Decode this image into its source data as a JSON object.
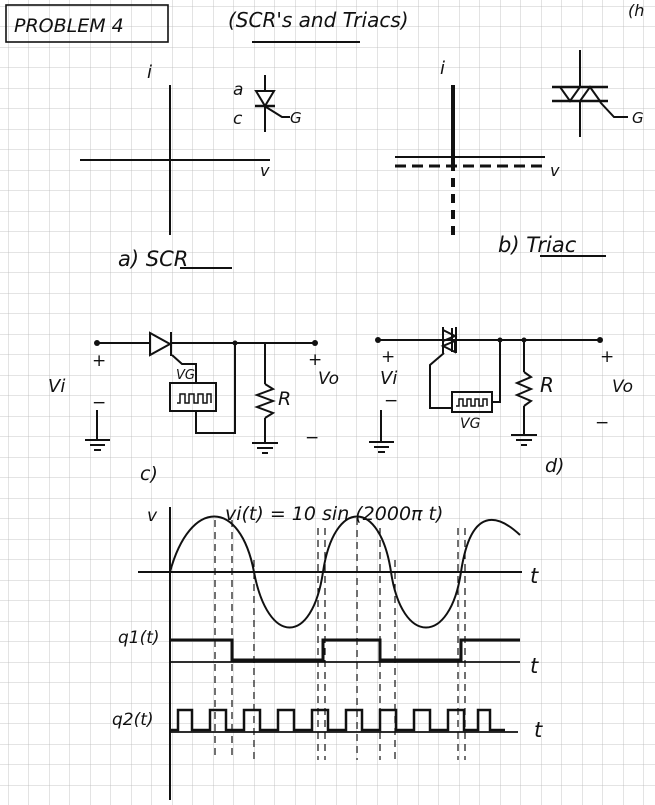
{
  "header": {
    "problem_label": "PROBLEM 4",
    "subtitle": "(SCR's and Triacs)",
    "corner_mark": "(h"
  },
  "colors": {
    "paper": "#ffffff",
    "grid": "#b9b9b9",
    "ink": "#111111"
  },
  "part_a": {
    "caption": "a) SCR",
    "current_axis": "i",
    "voltage_axis": "v",
    "terminals": {
      "anode": "a",
      "cathode": "c",
      "gate": "G"
    }
  },
  "part_b": {
    "caption": "b) Triac",
    "current_axis": "i",
    "voltage_axis": "v",
    "terminals": {
      "gate": "G"
    }
  },
  "part_c": {
    "caption": "c)",
    "input_label": "Vi",
    "output_label": "Vo",
    "gate_source_label": "VG",
    "resistor_label": "R",
    "plus": "+",
    "minus": "−"
  },
  "part_d": {
    "caption": "d)",
    "input_label": "Vi",
    "output_label": "Vo",
    "gate_source_label": "VG",
    "resistor_label": "R",
    "plus": "+",
    "minus": "−"
  },
  "waveforms": {
    "equation": "vi(t) = 10 sin (2000π t)",
    "v_axis": "v",
    "t_axis": "t",
    "q1_label": "q1(t)",
    "q2_label": "q2(t)"
  }
}
